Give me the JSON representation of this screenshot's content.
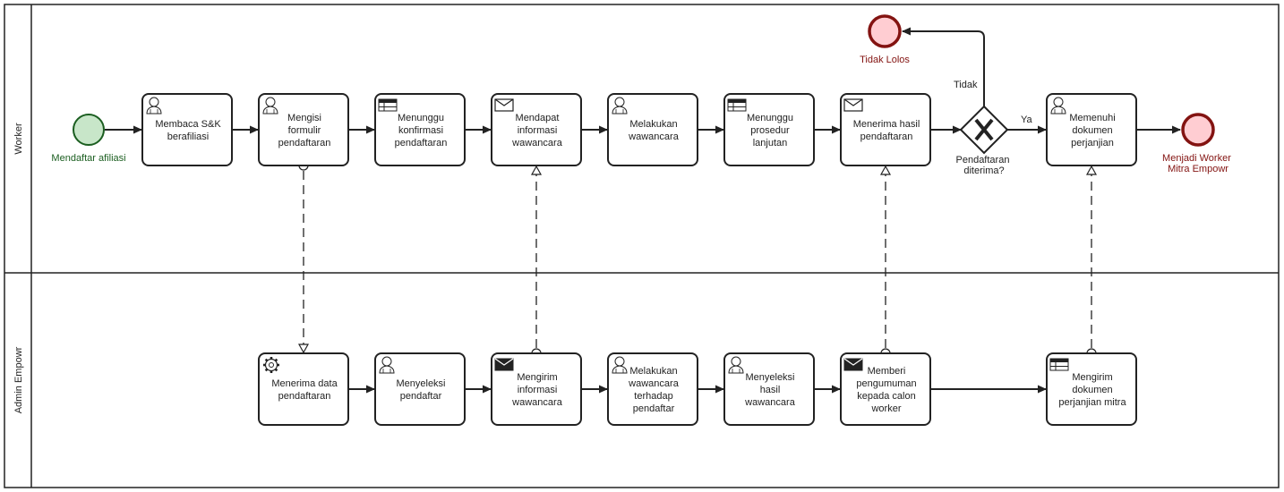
{
  "lanes": {
    "worker": "Worker",
    "admin": "Admin Empowr"
  },
  "events": {
    "start": "Mendaftar afiliasi",
    "end_rejected": "Tidak Lolos",
    "end_success": [
      "Menjadi Worker",
      "Mitra Empowr"
    ]
  },
  "gateway": {
    "label": [
      "Pendaftaran",
      "diterima?"
    ],
    "yes": "Ya",
    "no": "Tidak"
  },
  "worker_tasks": [
    {
      "id": "w1",
      "type": "user",
      "lines": [
        "Membaca S&K",
        "berafiliasi"
      ]
    },
    {
      "id": "w2",
      "type": "user",
      "lines": [
        "Mengisi",
        "formulir",
        "pendaftaran"
      ]
    },
    {
      "id": "w3",
      "type": "business-rule",
      "lines": [
        "Menunggu",
        "konfirmasi",
        "pendaftaran"
      ]
    },
    {
      "id": "w4",
      "type": "receive",
      "lines": [
        "Mendapat",
        "informasi",
        "wawancara"
      ]
    },
    {
      "id": "w5",
      "type": "user",
      "lines": [
        "Melakukan",
        "wawancara"
      ]
    },
    {
      "id": "w6",
      "type": "business-rule",
      "lines": [
        "Menunggu",
        "prosedur",
        "lanjutan"
      ]
    },
    {
      "id": "w7",
      "type": "receive",
      "lines": [
        "Menerima hasil",
        "pendaftaran"
      ]
    },
    {
      "id": "w8",
      "type": "user",
      "lines": [
        "Memenuhi",
        "dokumen",
        "perjanjian"
      ]
    }
  ],
  "admin_tasks": [
    {
      "id": "a1",
      "type": "service",
      "lines": [
        "Menerima data",
        "pendaftaran"
      ]
    },
    {
      "id": "a2",
      "type": "user",
      "lines": [
        "Menyeleksi",
        "pendaftar"
      ]
    },
    {
      "id": "a3",
      "type": "send",
      "lines": [
        "Mengirim",
        "informasi",
        "wawancara"
      ]
    },
    {
      "id": "a4",
      "type": "user",
      "lines": [
        "Melakukan",
        "wawancara",
        "terhadap",
        "pendaftar"
      ]
    },
    {
      "id": "a5",
      "type": "user",
      "lines": [
        "Menyeleksi",
        "hasil",
        "wawancara"
      ]
    },
    {
      "id": "a6",
      "type": "send",
      "lines": [
        "Memberi",
        "pengumuman",
        "kepada calon",
        "worker"
      ]
    },
    {
      "id": "a7",
      "type": "business-rule",
      "lines": [
        "Mengirim",
        "dokumen",
        "perjanjian mitra"
      ]
    }
  ],
  "colors": {
    "line": "#222222",
    "start_fill": "#c8e6c9",
    "start_stroke": "#1b5e20",
    "start_text": "#1b5e20",
    "end_fill": "#ffcdd2",
    "end_stroke": "#831311",
    "end_text": "#831311"
  }
}
